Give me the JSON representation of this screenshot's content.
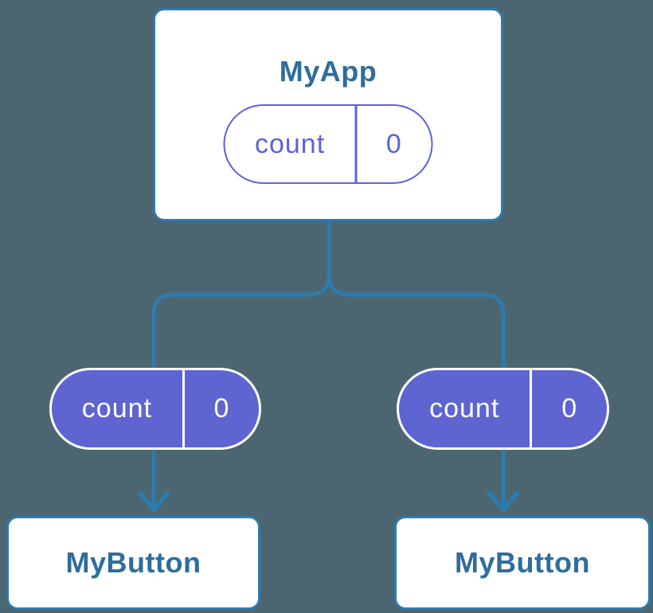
{
  "colors": {
    "background": "#4c6671",
    "connector_blue": "#2e7aaf",
    "node_border_blue": "#2e7aaf",
    "node_title_blue": "#2e6d9c",
    "pill_outline_purple": "#5c62dc",
    "pill_fill_purple": "#5e65d1",
    "pill_text_on_purple": "#ffffff",
    "node_fill": "#ffffff"
  },
  "root_node": {
    "title": "MyApp",
    "state_pill": {
      "name": "count",
      "value": "0",
      "style": "outlined"
    }
  },
  "child_nodes": [
    {
      "title": "MyButton",
      "state_pill": {
        "name": "count",
        "value": "0",
        "style": "filled"
      }
    },
    {
      "title": "MyButton",
      "state_pill": {
        "name": "count",
        "value": "0",
        "style": "filled"
      }
    }
  ]
}
